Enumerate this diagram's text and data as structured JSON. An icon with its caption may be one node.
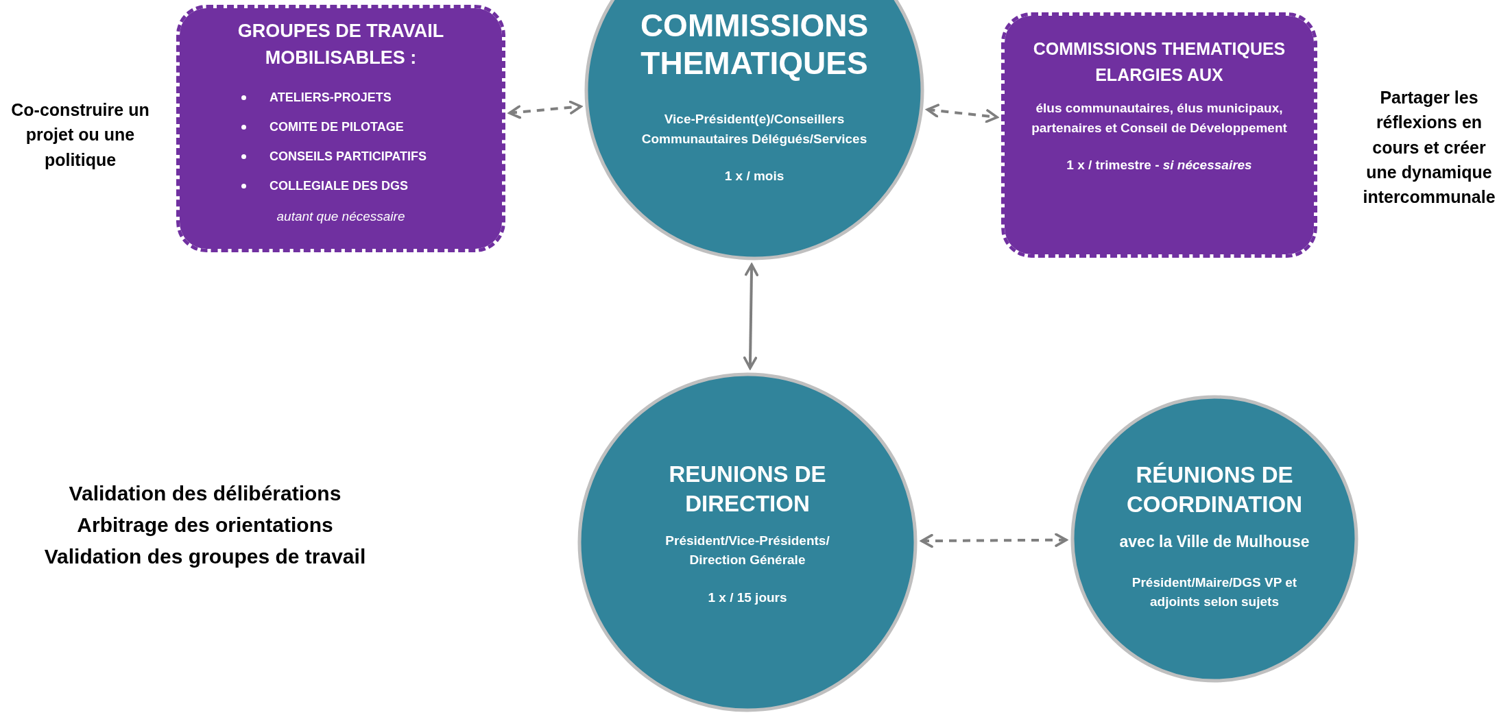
{
  "diagram": {
    "nodes": [
      {
        "text": [
          "GROUPES DE TRAVAIL MOBILISABLES :",
          "ATELIERS-PROJETS",
          "COMITE DE PILOTAGE",
          "CONSEILS PARTICIPATIFS",
          "COLLEGIALE DES DGS",
          "autant que nécessaire"
        ]
      },
      {
        "text": [
          "COMMISSIONS THEMATIQUES",
          "Vice-Président(e)/Conseillers Communautaires Délégués/Services",
          "1 x / mois"
        ]
      },
      {
        "text": [
          "COMMISSIONS THEMATIQUES ELARGIES AUX",
          "élus communautaires, élus municipaux, partenaires et Conseil de Développement",
          "**1 x / trimestre** - *si nécessaires*"
        ]
      },
      {
        "text": [
          "REUNIONS DE DIRECTION",
          "Président/Vice-Présidents/ Direction Générale",
          "1 x / 15 jours"
        ]
      },
      {
        "text": [
          "RÉUNIONS DE COORDINATION",
          "avec la Ville de Mulhouse",
          "Président/Maire/DGS VP et adjoints selon sujets"
        ]
      }
    ],
    "edges": [
      {
        "from": 0,
        "to": 1,
        "arrow": "both",
        "style": "dashed"
      },
      {
        "from": 1,
        "to": 2,
        "arrow": "both",
        "style": "dashed"
      },
      {
        "from": 1,
        "to": 3,
        "arrow": "both"
      },
      {
        "from": 3,
        "to": 4,
        "arrow": "both",
        "style": "dashed"
      }
    ],
    "labels": [
      "Co-construire un projet ou une politique",
      "Partager les réflexions en cours et créer une dynamique intercommunale",
      "Validation des délibérations",
      "Arbitrage des orientations",
      "Validation des groupes de travail"
    ]
  }
}
